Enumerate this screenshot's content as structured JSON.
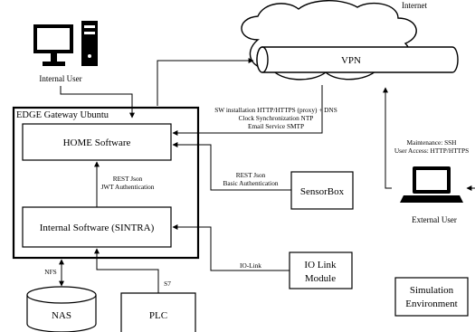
{
  "internal_user": {
    "label": "Internal User"
  },
  "internet": {
    "label": "Internet",
    "vpn_label": "VPN"
  },
  "gateway": {
    "title": "EDGE Gateway Ubuntu",
    "home_software": "HOME Software",
    "internal_software": "Internal Software (SINTRA)"
  },
  "connections": {
    "internet_services": [
      "SW installation HTTP/HTTPS (proxy) + DNS",
      "Clock Synchronization NTP",
      "Email Service SMTP"
    ],
    "rest_internal": [
      "REST Json",
      "JWT Authentication"
    ],
    "rest_sensorbox": [
      "REST Json",
      "Basic Authentication"
    ],
    "io_link": "IO-Link",
    "nfs": "NFS",
    "s7": "S7",
    "external_access": [
      "Maintenance: SSH",
      "User Access: HTTP/HTTPS"
    ]
  },
  "devices": {
    "sensorbox": "SensorBox",
    "io_link_module": [
      "IO Link",
      "Module"
    ],
    "nas": "NAS",
    "plc": "PLC",
    "simulation": [
      "Simulation",
      "Environment"
    ]
  },
  "external_user": {
    "label": "External User"
  }
}
